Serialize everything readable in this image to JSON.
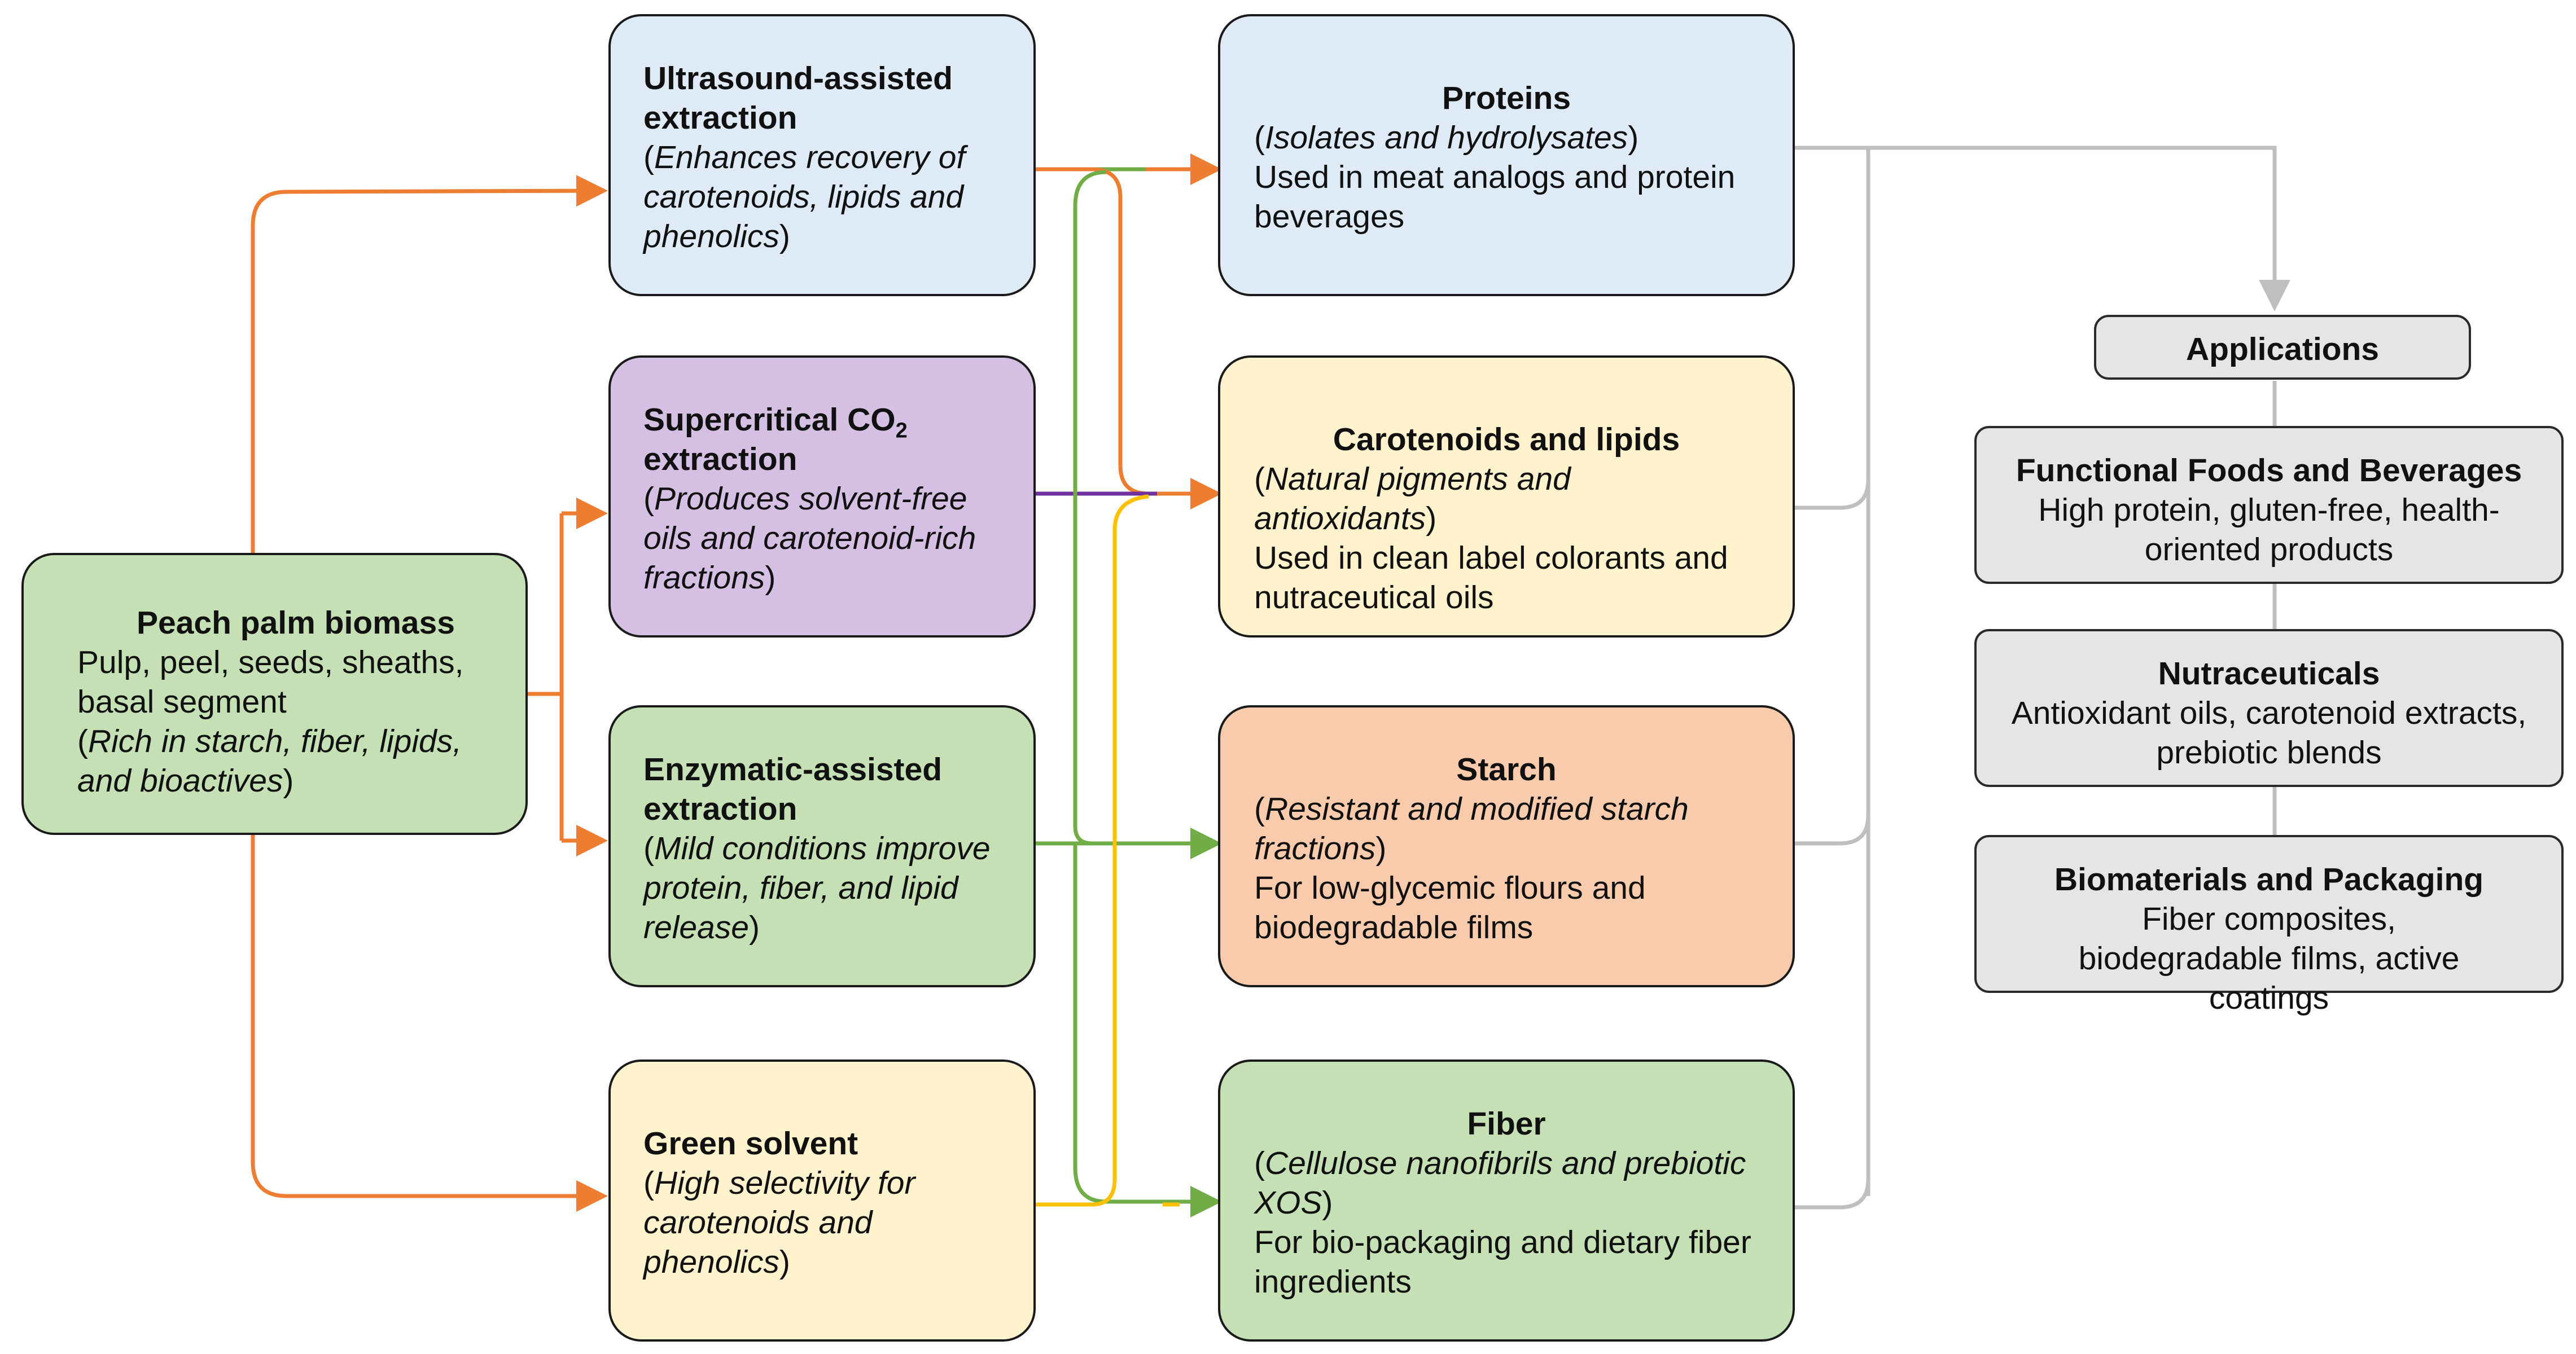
{
  "source": {
    "title": "Peach palm biomass",
    "line1": "Pulp, peel, seeds, sheaths, basal segment",
    "note": "Rich in starch, fiber, lipids, and bioactives"
  },
  "methods": [
    {
      "title": "Ultrasound-assisted extraction",
      "note": "Enhances recovery of carotenoids, lipids and phenolics"
    },
    {
      "title_main": "Supercritical CO",
      "title_sub": "2",
      "title_rest": "extraction",
      "note": "Produces solvent-free oils and carotenoid-rich fractions"
    },
    {
      "title": "Enzymatic-assisted extraction",
      "note": "Mild conditions improve protein, fiber, and lipid release"
    },
    {
      "title": "Green solvent",
      "note": "High selectivity for carotenoids and phenolics"
    }
  ],
  "products": [
    {
      "title": "Proteins",
      "note": "Isolates and hydrolysates",
      "use": "Used in meat analogs and protein beverages"
    },
    {
      "title": "Carotenoids and lipids",
      "note": "Natural pigments and antioxidants",
      "use": "Used in clean label colorants and nutraceutical oils"
    },
    {
      "title": "Starch",
      "note": "Resistant and modified starch fractions",
      "use": "For low-glycemic flours and biodegradable films"
    },
    {
      "title": "Fiber",
      "note": "Cellulose nanofibrils and prebiotic XOS",
      "use": "For bio-packaging and dietary fiber ingredients"
    }
  ],
  "applications": {
    "header": "Applications",
    "items": [
      {
        "title": "Functional Foods and Beverages",
        "desc": "High protein, gluten-free, health-oriented products"
      },
      {
        "title": "Nutraceuticals",
        "desc": "Antioxidant oils, carotenoid extracts, prebiotic blends"
      },
      {
        "title": "Biomaterials and Packaging",
        "desc": "Fiber composites, biodegradable films, active coatings"
      }
    ]
  },
  "colors": {
    "orange_arrow": "#ed7d31",
    "green_arrow": "#70ad47",
    "yellow_arrow": "#ffc000",
    "purple_arrow": "#7030a0",
    "gray_arrow": "#bfbfbf",
    "blue_box": "#deebf7",
    "purple_box": "#d5c0e3",
    "green_box": "#c5e0b4",
    "yellow_box": "#fff2cc",
    "salmon_box": "#f8cbad",
    "gray_box": "#e5e5e5"
  }
}
